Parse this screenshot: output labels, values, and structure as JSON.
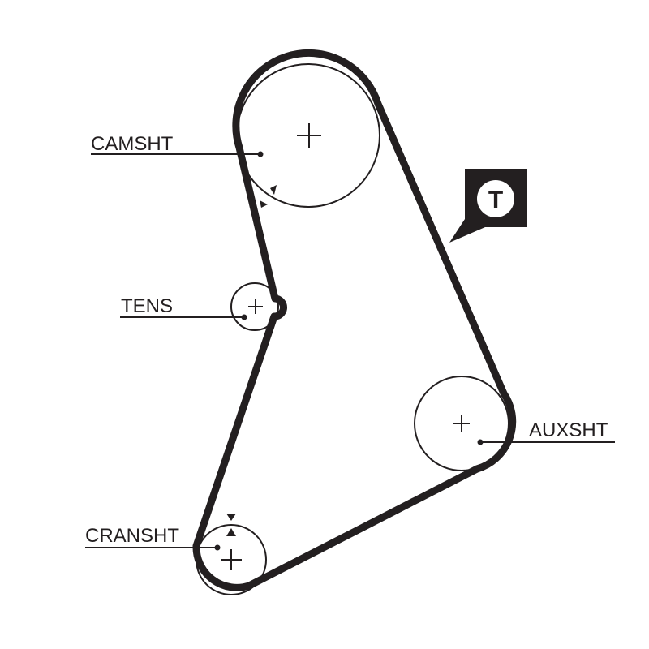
{
  "labels": {
    "camshaft": "CAMSHT",
    "tensioner": "TENS",
    "auxiliary_shaft": "AUXSHT",
    "crankshaft": "CRANSHT"
  },
  "badge": {
    "letter": "T"
  },
  "colors": {
    "ink": "#231f20",
    "background": "#ffffff"
  },
  "icons": {
    "center_mark": "plus-icon",
    "timing_marks": "triangle-marker-icon",
    "badge": "tensioner-badge-icon"
  }
}
